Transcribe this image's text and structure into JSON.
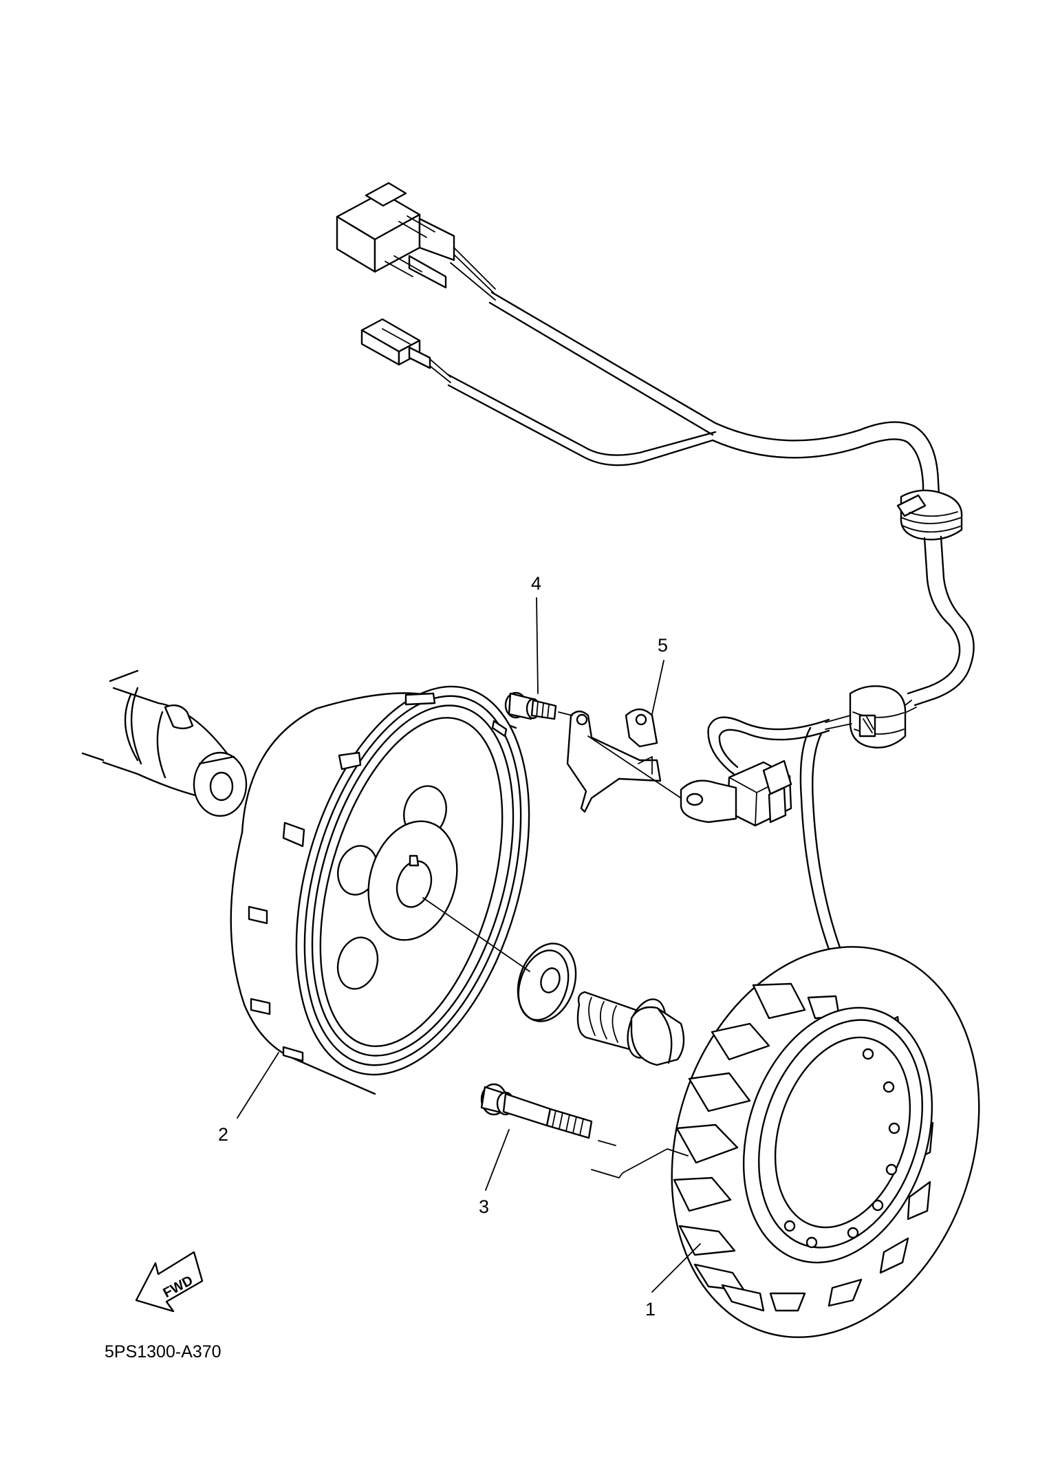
{
  "diagram": {
    "drawing_code": "5PS1300-A370",
    "direction_label": "FWD",
    "callouts": [
      {
        "id": "1",
        "label": "1"
      },
      {
        "id": "2",
        "label": "2"
      },
      {
        "id": "3",
        "label": "3"
      },
      {
        "id": "4",
        "label": "4"
      },
      {
        "id": "5",
        "label": "5"
      }
    ]
  }
}
